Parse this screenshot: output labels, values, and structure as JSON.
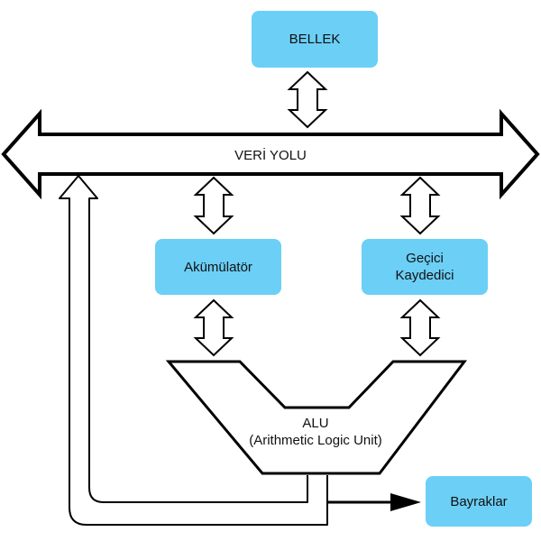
{
  "diagram": {
    "memory": {
      "label": "BELLEK"
    },
    "bus": {
      "label": "VERİ YOLU"
    },
    "accumulator": {
      "label": "Akümülatör"
    },
    "temp_register": {
      "line1": "Geçici",
      "line2": "Kaydedici"
    },
    "alu": {
      "line1": "ALU",
      "line2": "(Arithmetic Logic Unit)"
    },
    "flags": {
      "label": "Bayraklar"
    },
    "colors": {
      "box_fill": "#6ccff6",
      "stroke": "#000000",
      "background": "#ffffff"
    }
  }
}
